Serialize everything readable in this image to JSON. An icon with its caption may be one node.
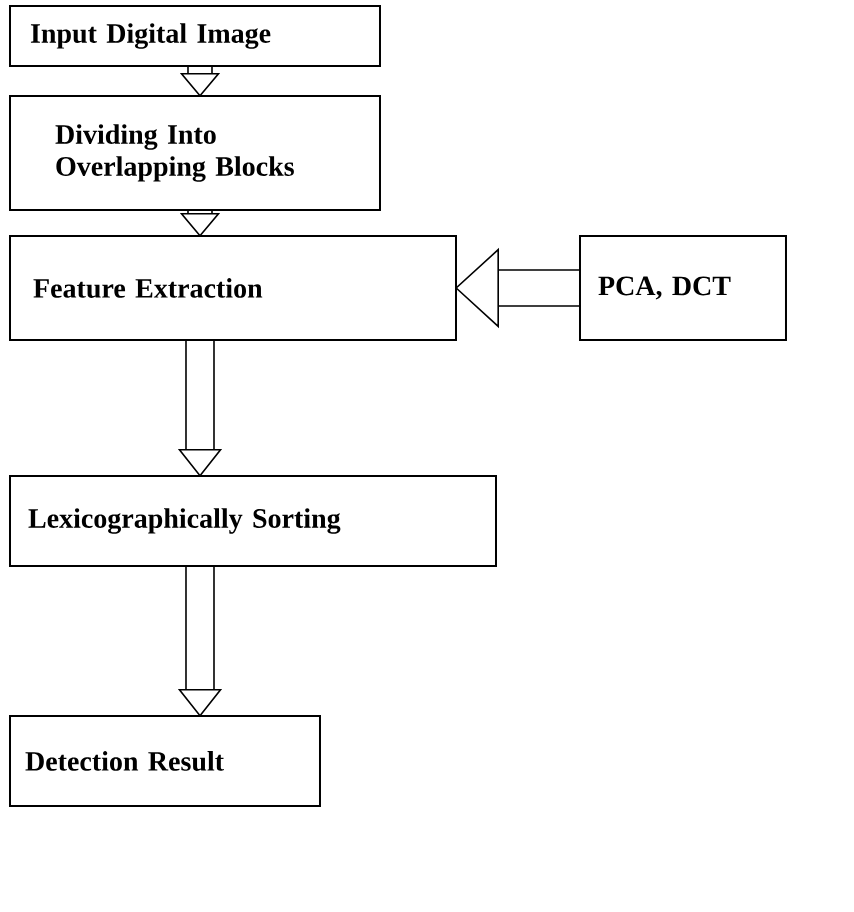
{
  "diagram": {
    "nodes": [
      {
        "text": [
          "Input Digital Image"
        ]
      },
      {
        "text": [
          "Dividing Into Overlapping Blocks"
        ]
      },
      {
        "text": [
          "Feature Extraction"
        ]
      },
      {
        "text": [
          "PCA, DCT"
        ]
      },
      {
        "text": [
          "Lexicographically Sorting"
        ]
      },
      {
        "text": [
          "Detection Result"
        ]
      }
    ],
    "edges": [
      {
        "from": 0,
        "to": 1,
        "arrow": "to"
      },
      {
        "from": 1,
        "to": 2,
        "arrow": "to"
      },
      {
        "from": 3,
        "to": 2,
        "arrow": "to"
      },
      {
        "from": 2,
        "to": 4,
        "arrow": "to"
      },
      {
        "from": 4,
        "to": 5,
        "arrow": "to"
      }
    ]
  }
}
